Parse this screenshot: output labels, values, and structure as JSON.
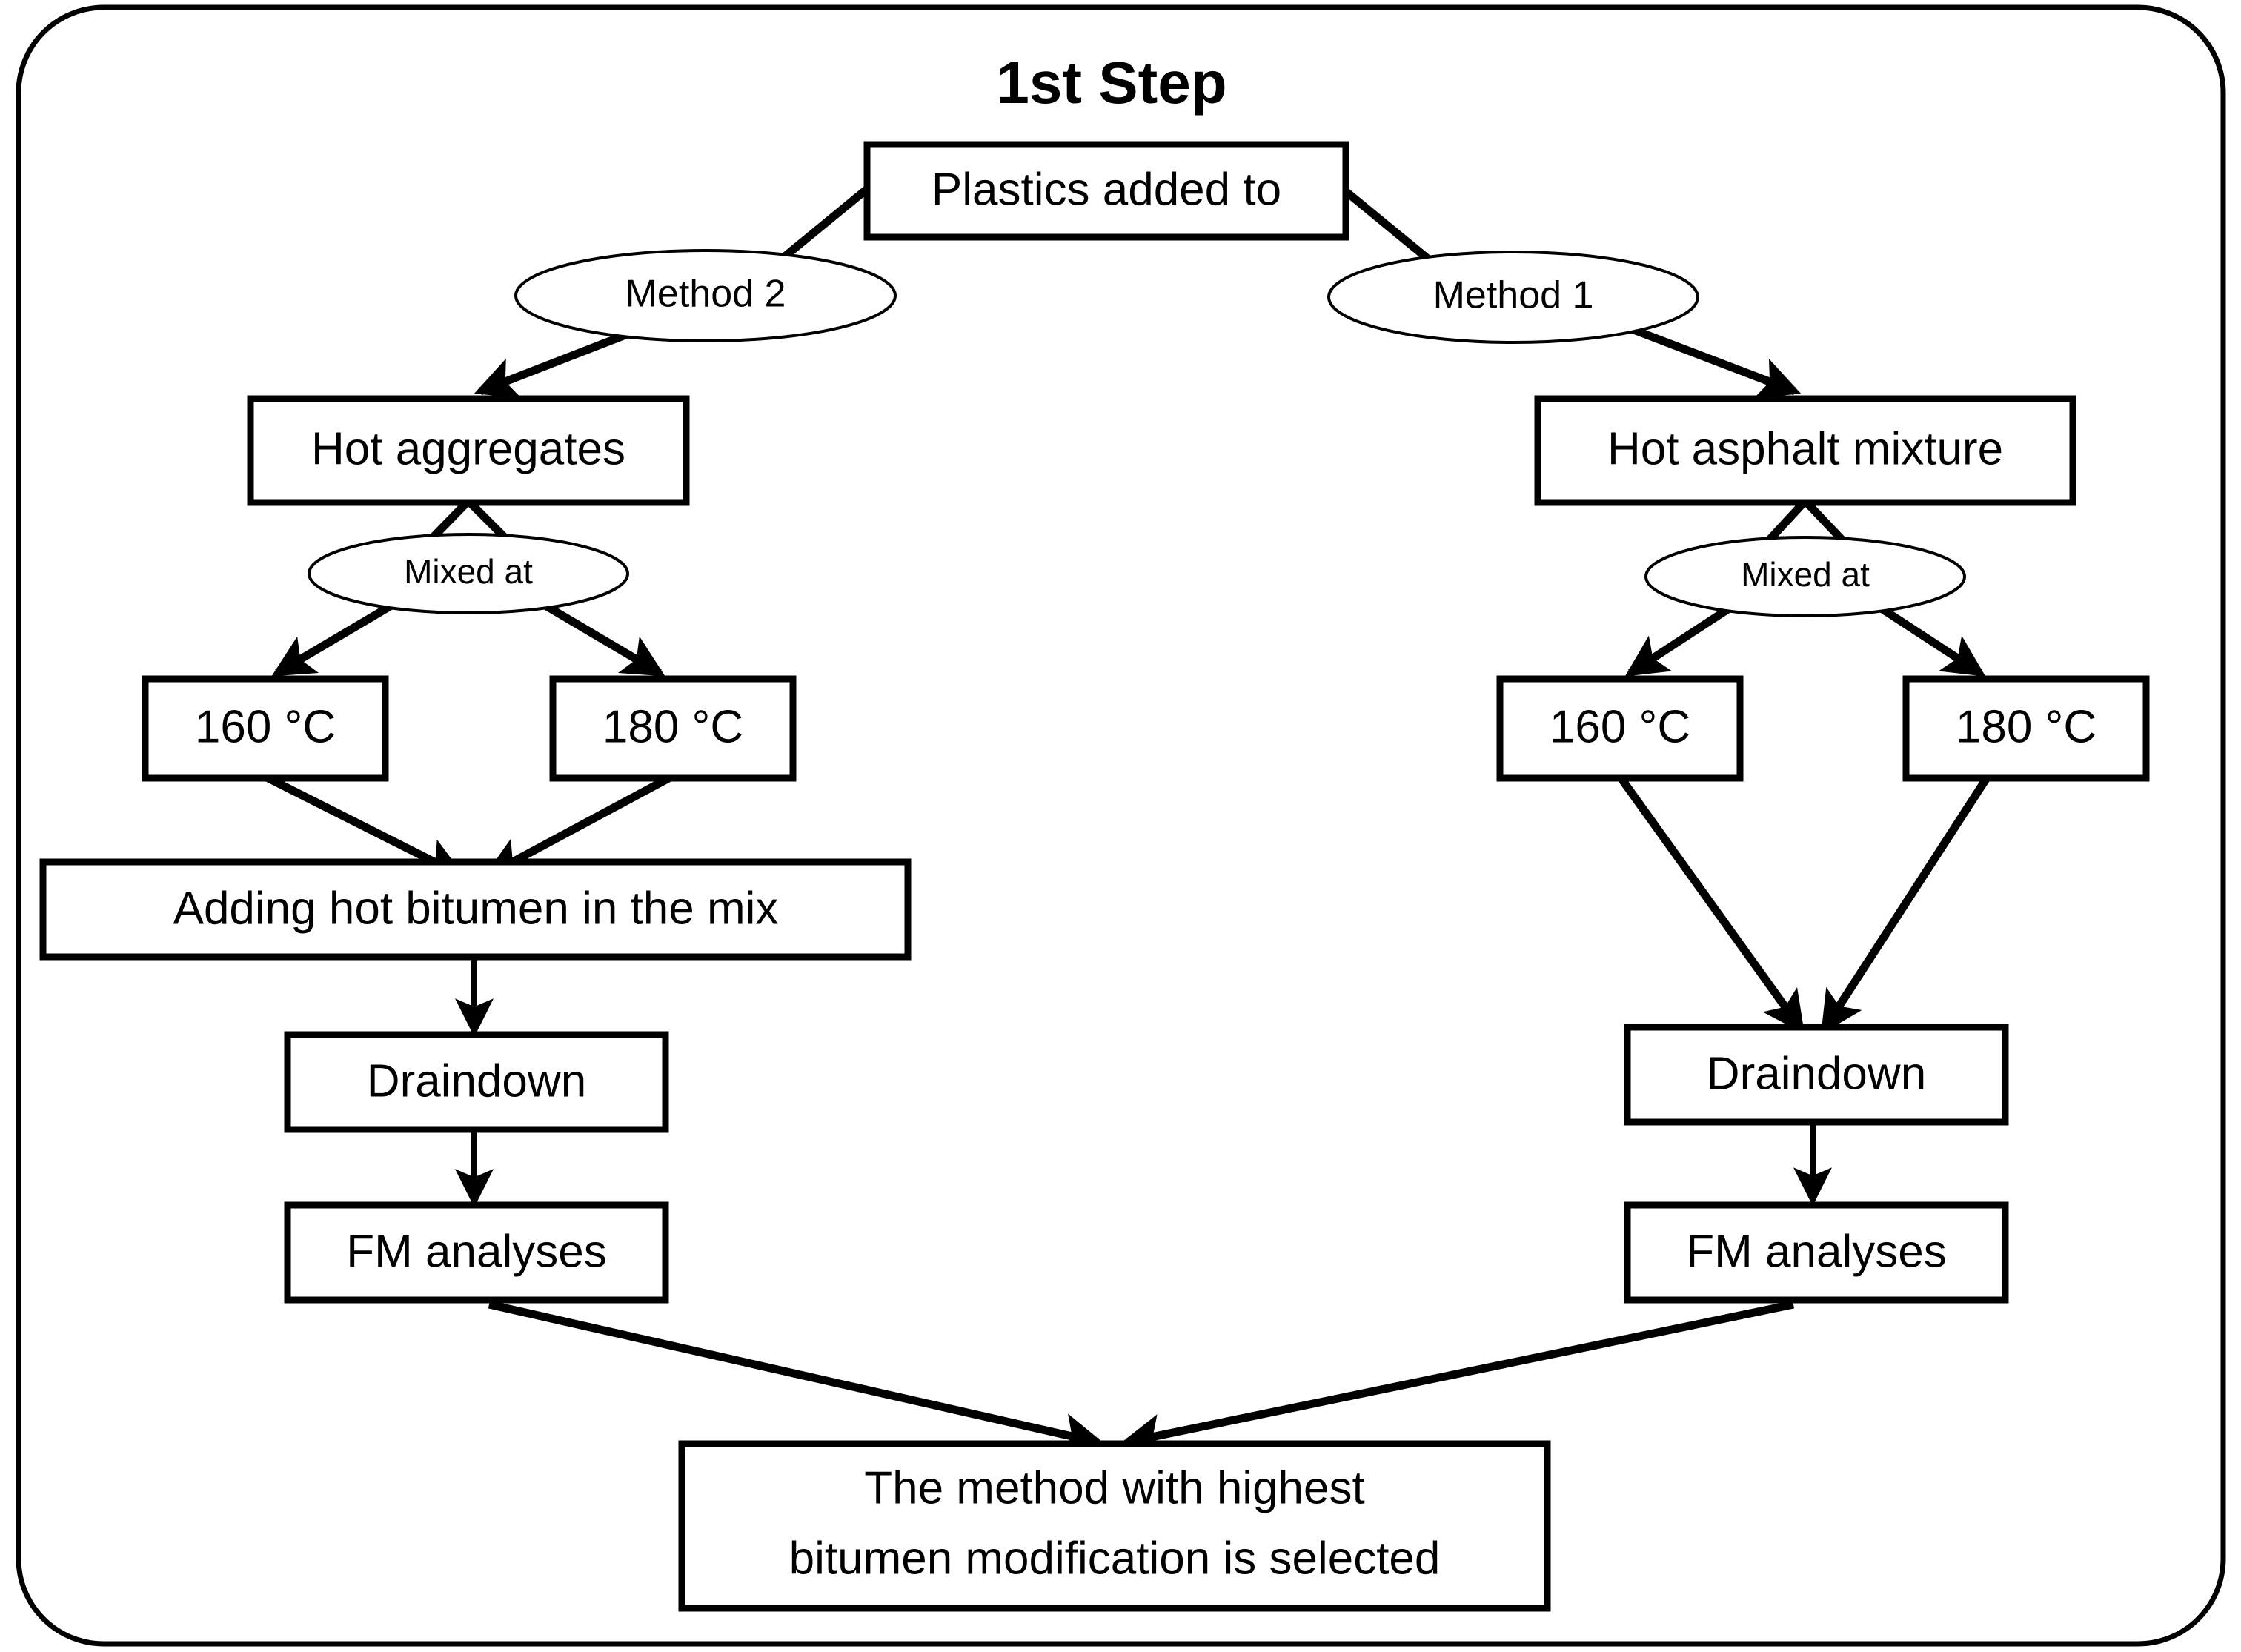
{
  "diagram": {
    "title": "1st Step",
    "frame_color": "#000000",
    "background_color": "#ffffff",
    "line_color": "#000000",
    "nodes": {
      "start": {
        "label": "Plastics added to",
        "shape": "rect"
      },
      "method2": {
        "label": "Method 2",
        "shape": "ellipse"
      },
      "method1": {
        "label": "Method 1",
        "shape": "ellipse"
      },
      "hot_aggregates": {
        "label": "Hot aggregates",
        "shape": "rect"
      },
      "hot_asphalt_mixture": {
        "label": "Hot asphalt mixture",
        "shape": "rect"
      },
      "mixed_at_left": {
        "label": "Mixed at",
        "shape": "ellipse"
      },
      "mixed_at_right": {
        "label": "Mixed at",
        "shape": "ellipse"
      },
      "left_temp_low": {
        "label": "160 °C",
        "shape": "rect"
      },
      "left_temp_high": {
        "label": "180 °C",
        "shape": "rect"
      },
      "right_temp_low": {
        "label": "160 °C",
        "shape": "rect"
      },
      "right_temp_high": {
        "label": "180 °C",
        "shape": "rect"
      },
      "adding_bitumen": {
        "label": "Adding hot bitumen in the mix",
        "shape": "rect"
      },
      "draindown_left": {
        "label": "Draindown",
        "shape": "rect"
      },
      "draindown_right": {
        "label": "Draindown",
        "shape": "rect"
      },
      "fm_left": {
        "label": "FM analyses",
        "shape": "rect"
      },
      "fm_right": {
        "label": "FM analyses",
        "shape": "rect"
      },
      "conclusion": {
        "label_line1": "The method with highest",
        "label_line2": "bitumen modification is selected",
        "shape": "rect"
      }
    }
  }
}
